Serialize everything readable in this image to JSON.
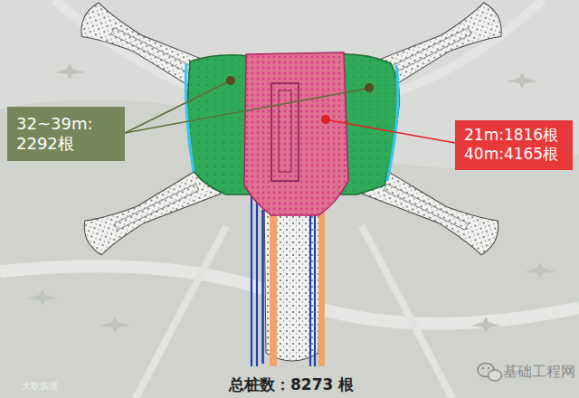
{
  "diagram": {
    "title": "总桩数：8273 根",
    "nodes": [
      {
        "text": [
          "32~39m: 2292根"
        ]
      },
      {
        "text": [
          "21m:1816根 40m:4165根"
        ]
      }
    ],
    "labels": [
      "基础工程网",
      "大歌筑境"
    ]
  }
}
